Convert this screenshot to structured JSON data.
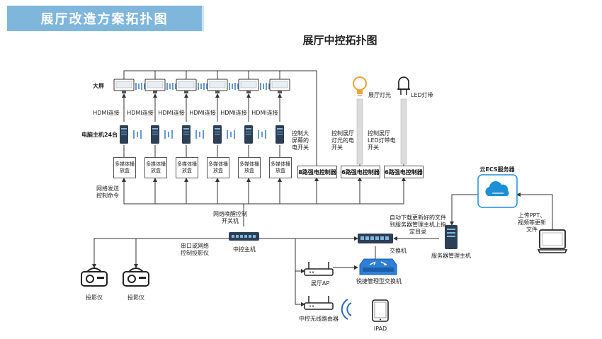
{
  "header": {
    "title": "展厅改造方案拓扑图"
  },
  "diagram": {
    "title": "展厅中控拓扑图",
    "row_labels": {
      "screens": "大屏",
      "computers": "电脑主机24台"
    },
    "hdmi_label": "HDMI连接",
    "media_box_label": "多媒体播放盒",
    "network_command_label": "网络发送控制命令",
    "controllers": [
      {
        "label": "8路强电控制器",
        "function": "控制大屏幕的电开关"
      },
      {
        "label": "6路强电控制器",
        "function": "控制展厅灯光的电开关"
      },
      {
        "label": "6路强电控制器",
        "function": "控制展厅LED灯带电开关"
      }
    ],
    "exhibit_light_label": "展厅灯光",
    "led_strip_label": "LED灯带",
    "wake_label": "网络唤醒控制开关机",
    "central_host_label": "中控主机",
    "serial_label": "串口或网络控制投影仪",
    "projector_label": "投影仪",
    "ap_label": "展厅AP",
    "router_label": "中控无线路由器",
    "ipad_label": "IPAD",
    "switch_label": "交换机",
    "managed_switch_label": "锐捷管理型交换机",
    "server_label": "服务器管理主机",
    "download_note": "自动下载更新好的文件到服务器管理主机上指定目录",
    "cloud_label": "云ECS服务器",
    "upload_note": "上传PPT、视频等更新文件"
  },
  "colors": {
    "header_bg": "#7fb6dc",
    "link_blue": "#2b6cb0",
    "cloud": "#1d8fd6"
  },
  "icons": [
    "screen-icon",
    "computer-icon",
    "signal-wave-icon",
    "light-bulb-icon",
    "led-icon",
    "cloud-icon",
    "laptop-icon",
    "router-icon",
    "projector-icon",
    "ipad-icon",
    "switch-icon",
    "server-icon"
  ]
}
